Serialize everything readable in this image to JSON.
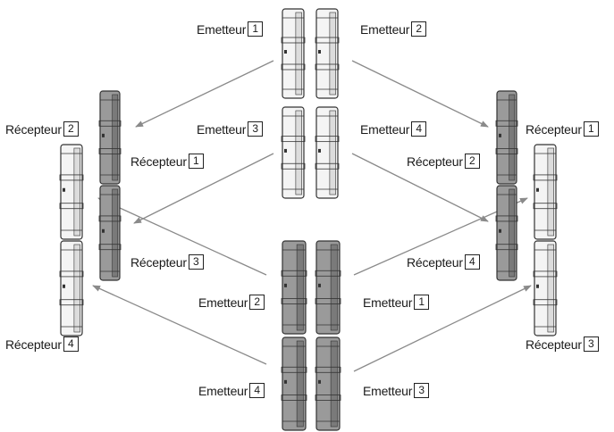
{
  "labels": {
    "top_em1": {
      "text": "Emetteur",
      "num": "1"
    },
    "top_em2": {
      "text": "Emetteur",
      "num": "2"
    },
    "top_em3": {
      "text": "Emetteur",
      "num": "3"
    },
    "top_em4": {
      "text": "Emetteur",
      "num": "4"
    },
    "left_rec2": {
      "text": "Récepteur",
      "num": "2"
    },
    "left_rec1": {
      "text": "Récepteur",
      "num": "1"
    },
    "left_rec3": {
      "text": "Récepteur",
      "num": "3"
    },
    "left_rec4": {
      "text": "Récepteur",
      "num": "4"
    },
    "right_rec1": {
      "text": "Récepteur",
      "num": "1"
    },
    "right_rec2": {
      "text": "Récepteur",
      "num": "2"
    },
    "right_rec4": {
      "text": "Récepteur",
      "num": "4"
    },
    "right_rec3": {
      "text": "Récepteur",
      "num": "3"
    },
    "bot_em2": {
      "text": "Emetteur",
      "num": "2"
    },
    "bot_em1": {
      "text": "Emetteur",
      "num": "1"
    },
    "bot_em4": {
      "text": "Emetteur",
      "num": "4"
    },
    "bot_em3": {
      "text": "Emetteur",
      "num": "3"
    }
  },
  "colors": {
    "outline": "#333333",
    "body_light": "#f4f4f4",
    "body_dark": "#9a9a9a",
    "arrow": "#8a8a8a"
  }
}
